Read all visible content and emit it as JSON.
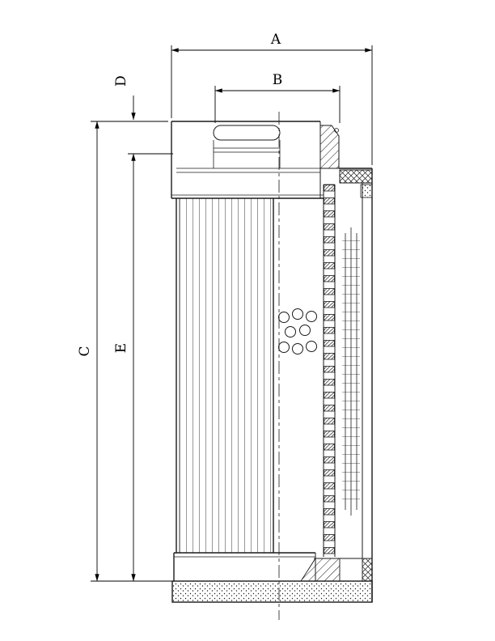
{
  "drawing": {
    "type": "technical-section-drawing",
    "subject": "hydraulic-filter-element-cross-section",
    "line_color": "#1a1a1a",
    "background_color": "#ffffff",
    "dimension_labels": {
      "a": "A",
      "b": "B",
      "c": "C",
      "d": "D",
      "e": "E"
    }
  }
}
